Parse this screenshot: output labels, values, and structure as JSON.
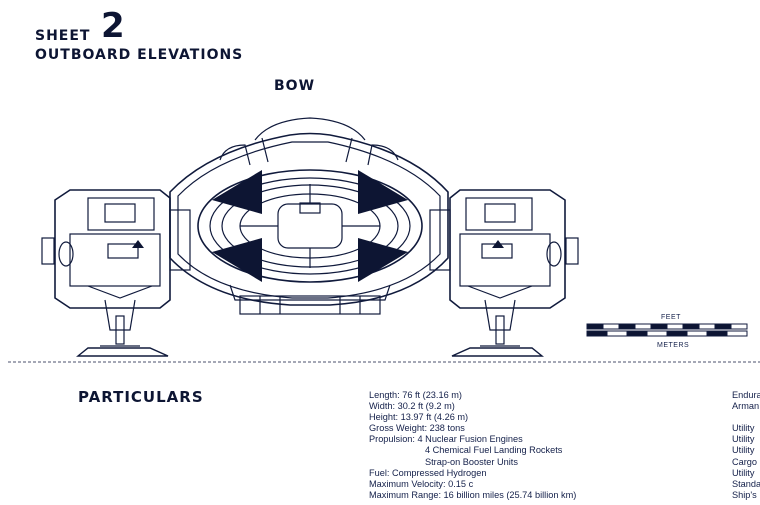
{
  "sheet": {
    "label": "SHEET",
    "number": "2",
    "subtitle": "OUTBOARD ELEVATIONS"
  },
  "view_label": "BOW",
  "scale_bar": {
    "feet_label": "FEET",
    "meters_label": "METERS"
  },
  "particulars": {
    "heading": "PARTICULARS",
    "left_lines": [
      "Length: 76 ft (23.16 m)",
      "Width: 30.2 ft (9.2 m)",
      "Height: 13.97 ft (4.26 m)",
      "Gross Weight: 238 tons",
      "Propulsion: 4 Nuclear Fusion Engines",
      "4 Chemical Fuel Landing Rockets",
      "Strap-on Booster Units",
      "Fuel: Compressed Hydrogen",
      "Maximum Velocity: 0.15 c",
      "Maximum Range: 16 billion miles (25.74 billion km)"
    ],
    "right_lines": [
      "Endura",
      "Arman",
      "",
      "Utility",
      "Utility",
      "Utility",
      "Cargo",
      "Utility",
      "Standa",
      "Ship's"
    ]
  },
  "colors": {
    "ink": "#101a3c",
    "paper": "#ffffff",
    "fill": "#0d1533"
  }
}
